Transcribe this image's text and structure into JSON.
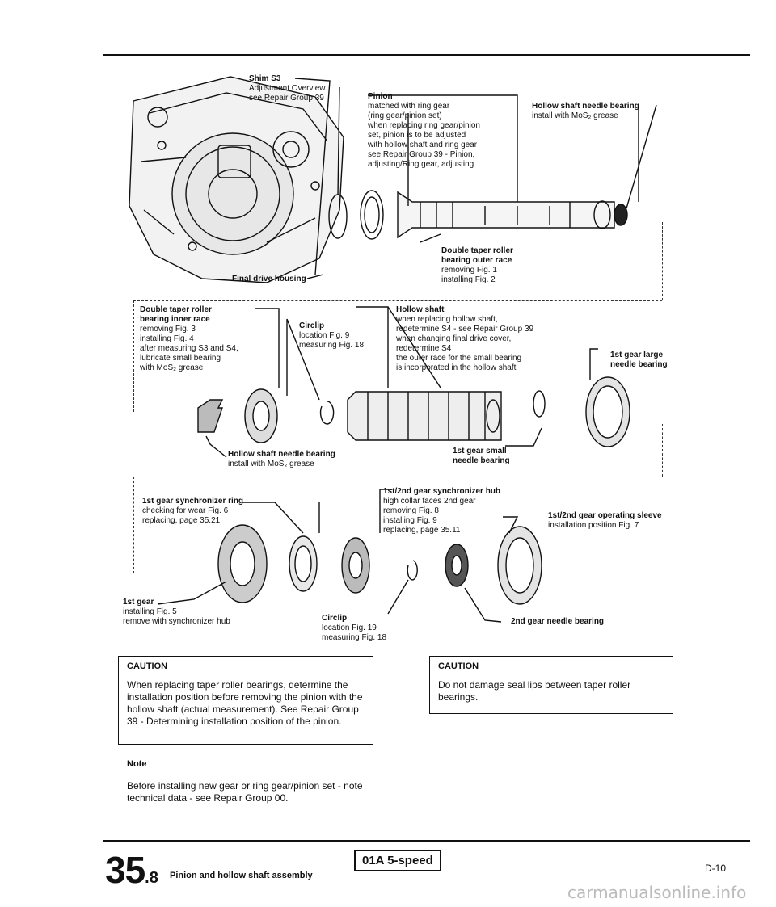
{
  "labels": {
    "shim": {
      "title": "Shim S3",
      "text": "Adjustment Overview.\nsee Repair Group 39"
    },
    "pinion": {
      "title": "Pinion",
      "text": "matched with ring gear\n(ring gear/pinion set)\nwhen replacing ring gear/pinion\nset, pinion is to be adjusted\nwith hollow shaft and ring gear\nsee Repair Group 39 - Pinion,\nadjusting/Ring gear, adjusting"
    },
    "hollow_needle_top": {
      "title": "Hollow shaft needle bearing",
      "text": "install with MoS₂ grease"
    },
    "outer_race": {
      "title": "Double taper roller\nbearing outer race",
      "text": "removing Fig. 1\ninstalling Fig. 2"
    },
    "final_drive": {
      "title": "Final drive housing"
    },
    "inner_race": {
      "title": "Double taper roller\nbearing inner race",
      "text": "removing Fig. 3\ninstalling Fig. 4\nafter measuring S3 and S4,\nlubricate small bearing\nwith MoS₂ grease"
    },
    "circlip_top": {
      "title": "Circlip",
      "text": "location Fig. 9\nmeasuring Fig. 18"
    },
    "hollow_shaft": {
      "title": "Hollow shaft",
      "text": "when replacing hollow shaft,\nredetermine S4 - see Repair Group 39\nwhen changing final drive cover,\nredetermine S4\nthe outer race for the small bearing\nis incorporated in the hollow shaft"
    },
    "large_needle": {
      "title": "1st gear large\nneedle bearing"
    },
    "hollow_needle_mid": {
      "title": "Hollow shaft needle bearing",
      "text": "install with MoS₂ grease"
    },
    "small_needle": {
      "title": "1st gear small\nneedle bearing"
    },
    "sync_ring": {
      "title": "1st gear synchronizer ring",
      "text": "checking for wear Fig. 6\nreplacing, page 35.21"
    },
    "sync_hub": {
      "title": "1st/2nd gear synchronizer hub",
      "text": "high collar faces 2nd gear\nremoving Fig. 8\ninstalling Fig. 9\nreplacing, page 35.11"
    },
    "sleeve": {
      "title": "1st/2nd gear operating sleeve",
      "text": "installation position Fig. 7"
    },
    "first_gear": {
      "title": "1st gear",
      "text": "installing Fig. 5\nremove with synchronizer hub"
    },
    "circlip_bottom": {
      "title": "Circlip",
      "text": "location Fig. 19\nmeasuring Fig. 18"
    },
    "second_needle": {
      "title": "2nd gear needle bearing"
    }
  },
  "caution_left": {
    "heading": "CAUTION",
    "body": "When replacing taper roller bearings, determine the installation position before removing the pinion with the hollow shaft (actual measurement). See Repair Group 39 - Determining installation position of the pinion."
  },
  "caution_right": {
    "heading": "CAUTION",
    "body": "Do not damage seal lips between taper roller bearings."
  },
  "note": {
    "heading": "Note",
    "body": "Before installing new gear or ring gear/pinion set - note technical data - see Repair Group 00."
  },
  "footer": {
    "page_major": "35",
    "page_minor": ".8",
    "title": "Pinion and hollow shaft assembly",
    "tag": "01A 5-speed",
    "code": "D-10"
  },
  "watermark": "carmanualsonline.info"
}
